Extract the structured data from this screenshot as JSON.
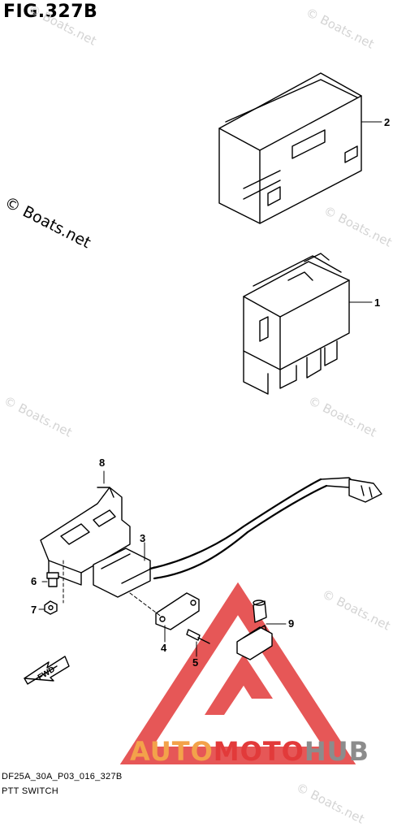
{
  "figure": {
    "title": "FIG.327B",
    "copyright": "© Boats.net",
    "watermark": "© Boats.net",
    "drawing_code": "DF25A_30A_P03_016_327B",
    "part_name": "PTT SWITCH"
  },
  "callouts": [
    "1",
    "2",
    "3",
    "4",
    "5",
    "6",
    "7",
    "8",
    "9"
  ],
  "logo": {
    "text_part1": "AUTO",
    "text_part2": "MOTO",
    "text_part3": "HUB",
    "color_orange": "#f3a24a",
    "color_red": "#e23a3a",
    "color_gray": "#8c8c8c"
  }
}
